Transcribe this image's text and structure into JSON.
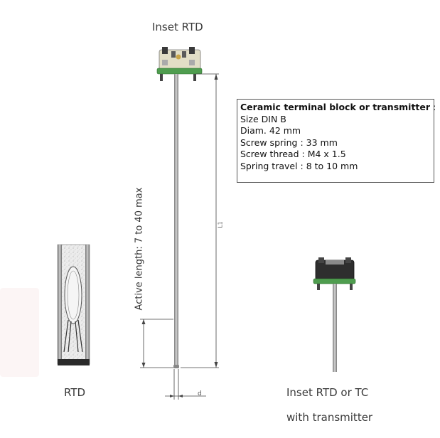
{
  "captions": {
    "inset_rtd": "Inset RTD",
    "rtd": "RTD",
    "inset_rtd_or_tc": "Inset RTD or TC",
    "with_transmitter": "with transmitter"
  },
  "spec_box": {
    "title": "Ceramic terminal block or transmitter",
    "title_suffix": " :",
    "lines": [
      "Size DIN B",
      "Diam. 42 mm",
      "Screw spring : 33 mm",
      "Screw thread : M4 x 1.5",
      "Spring travel : 8 to 10 mm"
    ]
  },
  "dimensions": {
    "active_length": "Active length: 7 to 40 max",
    "l1": "L1",
    "d": "d"
  },
  "colors": {
    "stem": "#9a9a9a",
    "head_ceramic": "#e0dcc0",
    "head_black": "#2a2a2a",
    "green_ring": "#5aa85a",
    "dim_line": "#444444"
  }
}
